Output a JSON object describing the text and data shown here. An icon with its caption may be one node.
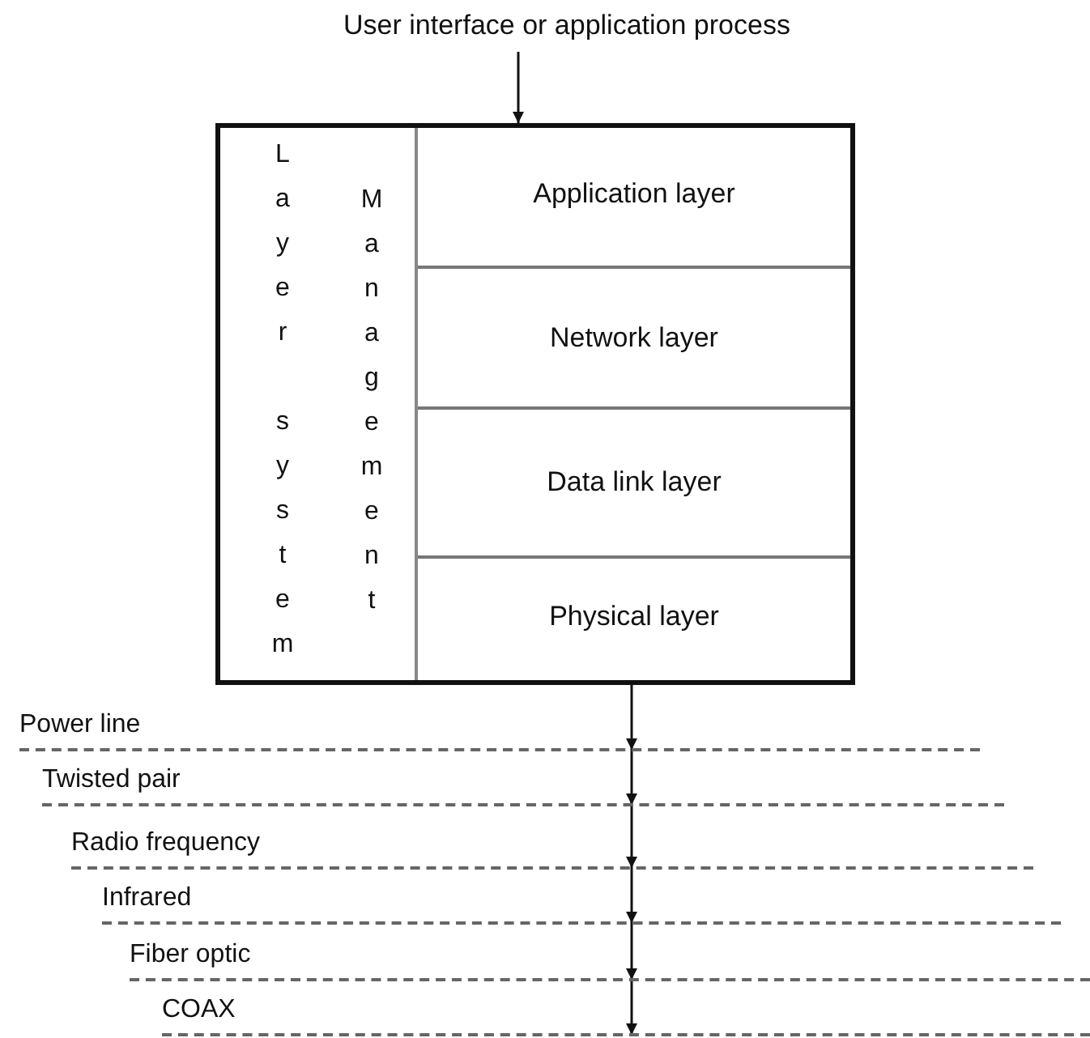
{
  "diagram": {
    "nodes": [
      {
        "text": [
          "User interface or application process"
        ]
      },
      {
        "text": [],
        "shape": "box"
      },
      {
        "text": [
          "Layer system",
          "Management"
        ],
        "in": 1
      },
      {
        "text": [
          "Application layer"
        ],
        "in": 1
      },
      {
        "text": [
          "Network layer"
        ],
        "in": 1
      },
      {
        "text": [
          "Data link layer"
        ],
        "in": 1
      },
      {
        "text": [
          "Physical layer"
        ],
        "in": 1
      },
      {
        "text": [
          "Power line"
        ]
      },
      {
        "text": [
          "Twisted pair"
        ]
      },
      {
        "text": [
          "Radio frequency"
        ]
      },
      {
        "text": [
          "Infrared"
        ]
      },
      {
        "text": [
          "Fiber optic"
        ]
      },
      {
        "text": [
          "COAX"
        ]
      }
    ],
    "edges": [
      {
        "from": 0,
        "to": 1,
        "arrow": "to"
      },
      {
        "from": 1,
        "to": 7,
        "arrow": "to"
      },
      {
        "from": 7,
        "to": 8,
        "arrow": "to"
      },
      {
        "from": 8,
        "to": 9,
        "arrow": "to"
      },
      {
        "from": 9,
        "to": 10,
        "arrow": "to"
      },
      {
        "from": 10,
        "to": 11,
        "arrow": "to"
      },
      {
        "from": 11,
        "to": 12,
        "arrow": "to"
      }
    ]
  }
}
